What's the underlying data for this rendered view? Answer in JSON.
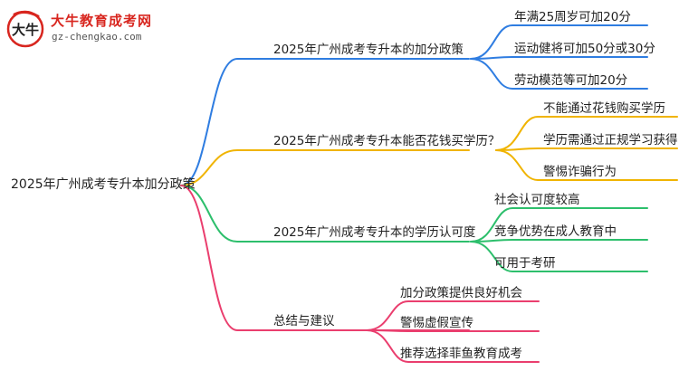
{
  "logo": {
    "mark_text": "大牛",
    "title": "大牛教育成考网",
    "url": "gz-chengkao.com"
  },
  "mindmap": {
    "root": "2025年广州成考专升本加分政策",
    "branches": [
      {
        "label": "2025年广州成考专升本的加分政策",
        "color": "#2f7de1",
        "children": [
          "年满25周岁可加20分",
          "运动健将可加50分或30分",
          "劳动模范等可加20分"
        ]
      },
      {
        "label": "2025年广州成考专升本能否花钱买学历？",
        "color": "#f0b400",
        "children": [
          "不能通过花钱购买学历",
          "学历需通过正规学习获得",
          "警惕诈骗行为"
        ]
      },
      {
        "label": "2025年广州成考专升本的学历认可度",
        "color": "#2dbf6c",
        "children": [
          "社会认可度较高",
          "竞争优势在成人教育中",
          "可用于考研"
        ]
      },
      {
        "label": "总结与建议",
        "color": "#ea3e6e",
        "children": [
          "加分政策提供良好机会",
          "警惕虚假宣传",
          "推荐选择菲鱼教育成考"
        ]
      }
    ]
  }
}
